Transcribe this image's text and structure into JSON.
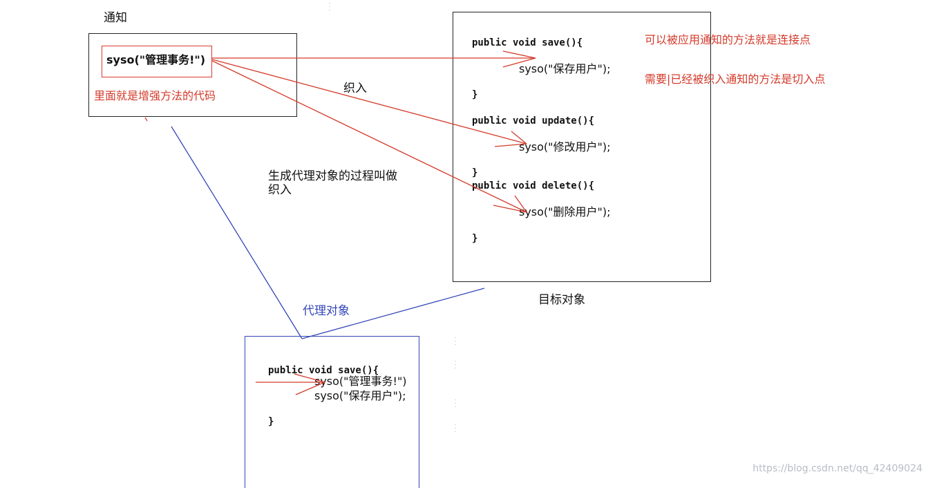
{
  "advice": {
    "title": "通知",
    "code": "syso(\"管理事务!\")",
    "note": "里面就是增强方法的代码"
  },
  "weaving": {
    "label": "织入",
    "description_line1": "生成代理对象的过程叫做",
    "description_line2": "织入"
  },
  "target": {
    "title": "目标对象",
    "methods": [
      {
        "signature": "public void  save(){",
        "body": "syso(\"保存用户\");",
        "close": "}"
      },
      {
        "signature": "public void  update(){",
        "body": "syso(\"修改用户\");",
        "close": "}"
      },
      {
        "signature": "public void  delete(){",
        "body": "syso(\"删除用户\");",
        "close": "}"
      }
    ]
  },
  "notes": {
    "join_point": "可以被应用通知的方法就是连接点",
    "pointcut": "需要|已经被织入通知的方法是切入点"
  },
  "proxy": {
    "title": "代理对象",
    "signature": "public void  save(){",
    "line1": "syso(\"管理事务!\")",
    "line2": "syso(\"保存用户\");",
    "close": "}"
  },
  "watermark": "https://blog.csdn.net/qq_42409024",
  "colors": {
    "arrow_red": "#d43a2a",
    "proxy_blue": "#3346b8",
    "box_border": "#222222"
  }
}
